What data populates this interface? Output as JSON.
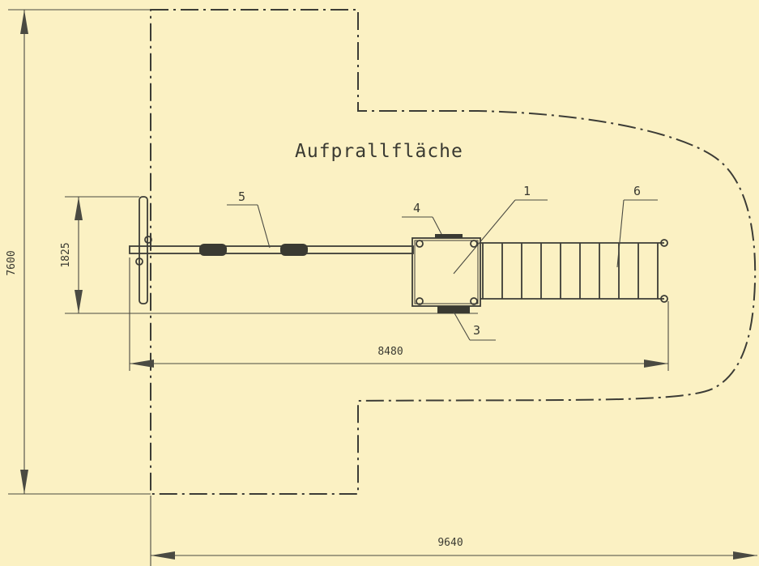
{
  "labels": {
    "zone": "Aufprallfläche",
    "part_1": "1",
    "part_3": "3",
    "part_4": "4",
    "part_5": "5",
    "part_6": "6"
  },
  "dimensions": {
    "overall_length": "9640",
    "overall_width": "7600",
    "equipment_length": "8480",
    "handle_width": "1825"
  },
  "colors": {
    "background": "#fbf1c3",
    "lines": "#3c3c36"
  }
}
